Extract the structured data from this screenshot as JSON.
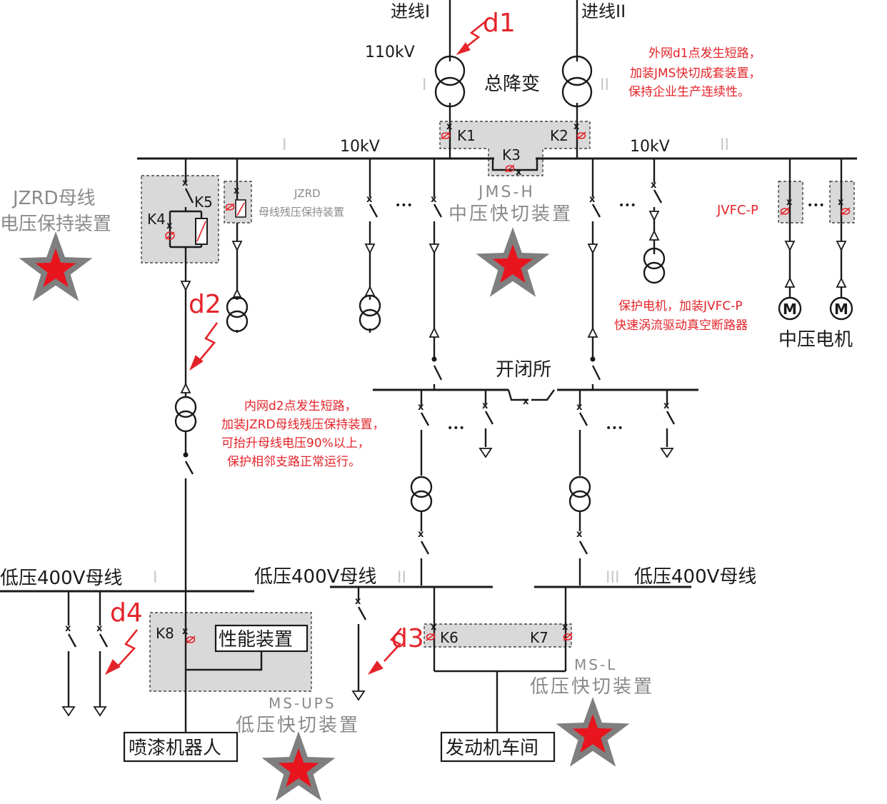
{
  "labels": {
    "line_in_1": "进线I",
    "line_in_2": "进线II",
    "d1": "d1",
    "d2": "d2",
    "d3": "d3",
    "d4": "d4",
    "kv110": "110kV",
    "main_transformer": "总降变",
    "kv10_left": "10kV",
    "kv10_right": "10kV",
    "k1": "K1",
    "k2": "K2",
    "k3": "K3",
    "k4": "K4",
    "k5": "K5",
    "k6": "K6",
    "k7": "K7",
    "k8": "K8",
    "jms_h": "JMS-H",
    "jms_h_desc": "中压快切装置",
    "jzrd_title_1": "JZRD母线",
    "jzrd_title_2": "电压保持装置",
    "jzrd_small_1": "JZRD",
    "jzrd_small_2": "母线残压保持装置",
    "jvfc_p": "JVFC-P",
    "motor_symbol": "M",
    "mv_motor": "中压电机",
    "switching_station": "开闭所",
    "lv_bus_1": "低压400V母线",
    "lv_bus_2": "低压400V母线",
    "lv_bus_3": "低压400V母线",
    "ellipsis": "•••",
    "perf_device": "性能装置",
    "ms_ups": "MS-UPS",
    "ms_ups_desc": "低压快切装置",
    "ms_l": "MS-L",
    "ms_l_desc": "低压快切装置",
    "paint_robot": "喷漆机器人",
    "engine_workshop": "发动机车间",
    "roman_1": "I",
    "roman_2": "II",
    "roman_3": "III"
  },
  "notes": {
    "outer": [
      "外网d1点发生短路，",
      "加装JMS快切成套装置，",
      "保持企业生产连续性。"
    ],
    "motor": [
      "保护电机，加装JVFC-P",
      "快速涡流驱动真空断路器"
    ],
    "inner": [
      "内网d2点发生短路，",
      "加装JZRD母线残压保持装置，",
      "可抬升母线电压90%以上，",
      "保护相邻支路正常运行。"
    ]
  },
  "colors": {
    "accent_red": "#e4242a",
    "star_red": "#e8141e",
    "device_gray": "#d9d9d9",
    "label_gray": "#8a8a8a"
  }
}
